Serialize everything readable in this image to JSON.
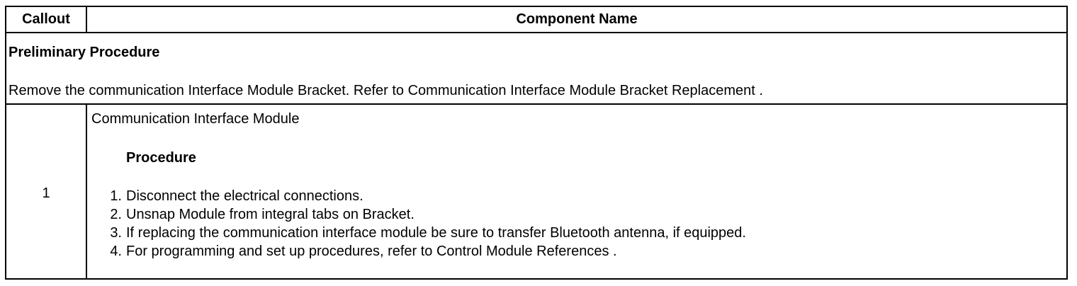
{
  "header": {
    "callout": "Callout",
    "component_name": "Component Name"
  },
  "preliminary": {
    "title": "Preliminary Procedure",
    "text": "Remove the communication Interface Module Bracket. Refer to Communication Interface Module Bracket Replacement ."
  },
  "items": [
    {
      "callout": "1",
      "name": "Communication Interface Module",
      "procedure_title": "Procedure",
      "steps": [
        {
          "num": "1.",
          "text": "Disconnect the electrical connections."
        },
        {
          "num": "2.",
          "text": "Unsnap Module from integral tabs on Bracket."
        },
        {
          "num": "3.",
          "text": "If replacing the communication interface module be sure to transfer Bluetooth antenna, if equipped."
        },
        {
          "num": "4.",
          "text": "For programming and set up procedures, refer to Control Module References ."
        }
      ]
    }
  ]
}
